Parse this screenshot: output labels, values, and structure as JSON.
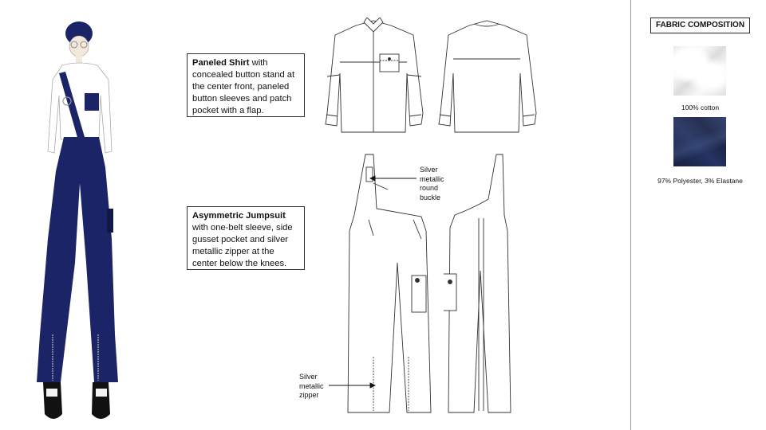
{
  "shirt_description": {
    "title": "Paneled Shirt",
    "text": " with concealed button stand at the center front, paneled button sleeves and patch pocket with a flap."
  },
  "jumpsuit_description": {
    "title": "Asymmetric Jumpsuit",
    "text": " with one-belt sleeve, side gusset pocket and silver metallic zipper at the center below the knees."
  },
  "callouts": {
    "buckle": "Silver metallic round buckle",
    "zipper": "Silver metallic zipper"
  },
  "fabric": {
    "header": "FABRIC COMPOSITION",
    "swatches": [
      {
        "label": "100% cotton",
        "color": "#f2f2f2"
      },
      {
        "label": "97% Polyester, 3% Elastane",
        "color": "#1f2b55"
      }
    ]
  },
  "colors": {
    "navy": "#1a2466",
    "line": "#333333"
  }
}
